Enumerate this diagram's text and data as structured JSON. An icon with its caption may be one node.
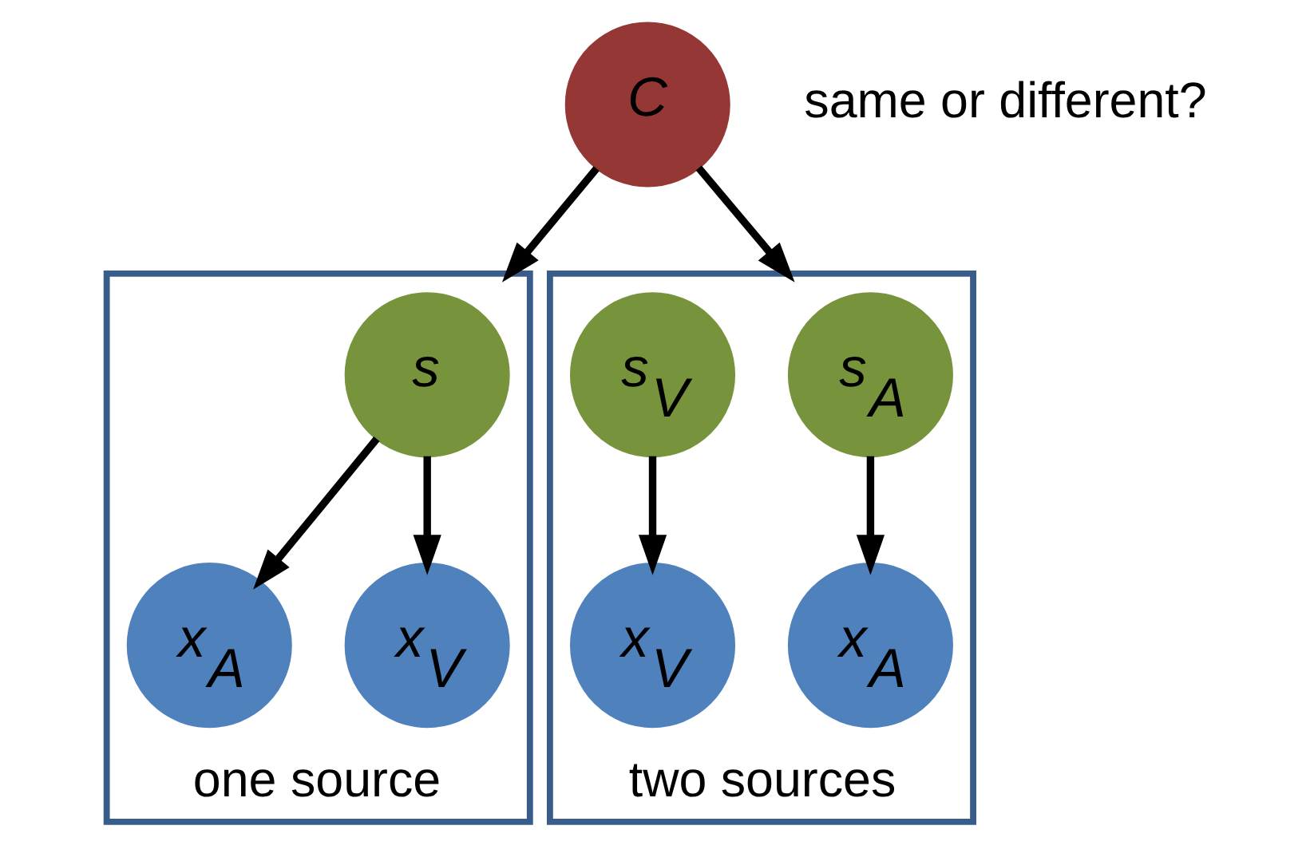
{
  "diagram": {
    "nodes": [
      {
        "text": [
          "C"
        ],
        "beside": [
          "same or different?"
        ]
      },
      {
        "text": [
          "one source"
        ]
      },
      {
        "text": [
          "s"
        ],
        "in": 1
      },
      {
        "text": [
          "x$_{A}$"
        ],
        "in": 1
      },
      {
        "text": [
          "x$_{V}$"
        ],
        "in": 1
      },
      {
        "text": [
          "two sources"
        ]
      },
      {
        "text": [
          "s$_{A}$"
        ],
        "in": 5
      },
      {
        "text": [
          "s$_{V}$"
        ],
        "in": 5
      },
      {
        "text": [
          "x$_{A}$"
        ],
        "in": 5
      },
      {
        "text": [
          "x$_{V}$"
        ],
        "in": 5
      }
    ],
    "edges": [
      {
        "from": 0,
        "to": 1,
        "arrow": "to"
      },
      {
        "from": 0,
        "to": 5,
        "arrow": "to"
      },
      {
        "from": 2,
        "to": 3,
        "arrow": "to"
      },
      {
        "from": 2,
        "to": 4,
        "arrow": "to"
      },
      {
        "from": 6,
        "to": 8,
        "arrow": "to"
      },
      {
        "from": 7,
        "to": 9,
        "arrow": "to"
      }
    ]
  }
}
